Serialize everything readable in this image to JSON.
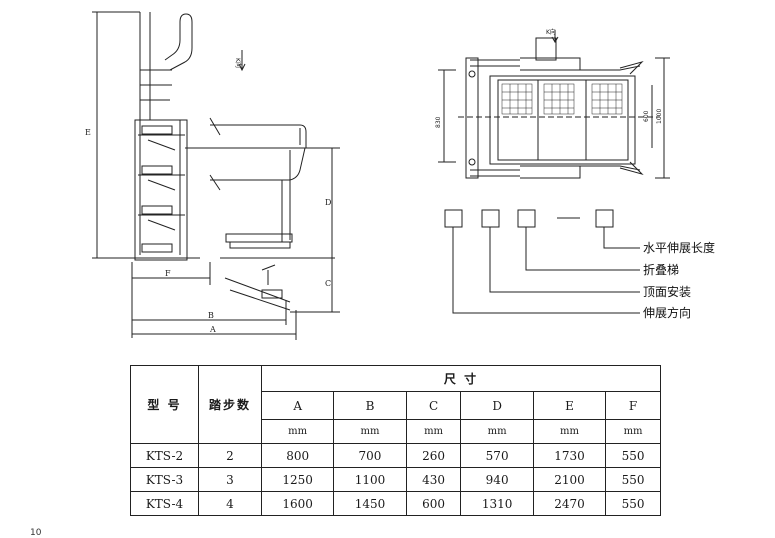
{
  "drawing": {
    "dim_labels": {
      "A": "A",
      "B": "B",
      "C": "C",
      "D": "D",
      "E": "E",
      "F": "F"
    },
    "view_k": "K向",
    "plan": {
      "dim_830": "830",
      "dim_600": "600",
      "dim_1000": "1000",
      "view_k": "K向"
    }
  },
  "legend": {
    "items": [
      "水平伸展长度",
      "折叠梯",
      "顶面安装",
      "伸展方向"
    ],
    "dash": "—"
  },
  "table": {
    "col_model": "型 号",
    "col_steps": "踏步数",
    "col_dims": "尺 寸",
    "dim_cols": [
      "A",
      "B",
      "C",
      "D",
      "E",
      "F"
    ],
    "unit": "mm",
    "rows": [
      {
        "model": "KTS-2",
        "steps": "2",
        "A": "800",
        "B": "700",
        "C": "260",
        "D": "570",
        "E": "1730",
        "F": "550"
      },
      {
        "model": "KTS-3",
        "steps": "3",
        "A": "1250",
        "B": "1100",
        "C": "430",
        "D": "940",
        "E": "2100",
        "F": "550"
      },
      {
        "model": "KTS-4",
        "steps": "4",
        "A": "1600",
        "B": "1450",
        "C": "600",
        "D": "1310",
        "E": "2470",
        "F": "550"
      }
    ]
  },
  "page_number": "10"
}
